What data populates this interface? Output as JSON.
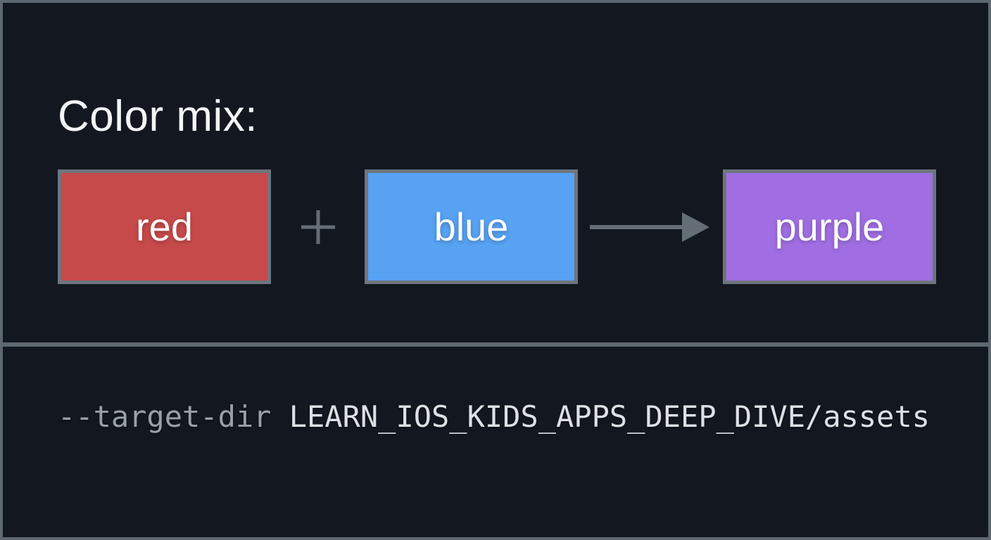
{
  "app": {
    "background": "#131820",
    "frame_border_color": "#5f6771",
    "box_border_color": "#6e757e",
    "operator_color": "#656d77"
  },
  "mix_panel": {
    "title": "Color mix:",
    "operator": "+",
    "arrow_icon": "right-arrow",
    "boxes": [
      {
        "label": "red",
        "fill": "#c64a4a"
      },
      {
        "label": "blue",
        "fill": "#57a2f2"
      },
      {
        "label": "purple",
        "fill": "#a06ee2"
      }
    ]
  },
  "command_panel": {
    "flag": "--target-dir",
    "path": "LEARN_IOS_KIDS_APPS_DEEP_DIVE/assets"
  }
}
